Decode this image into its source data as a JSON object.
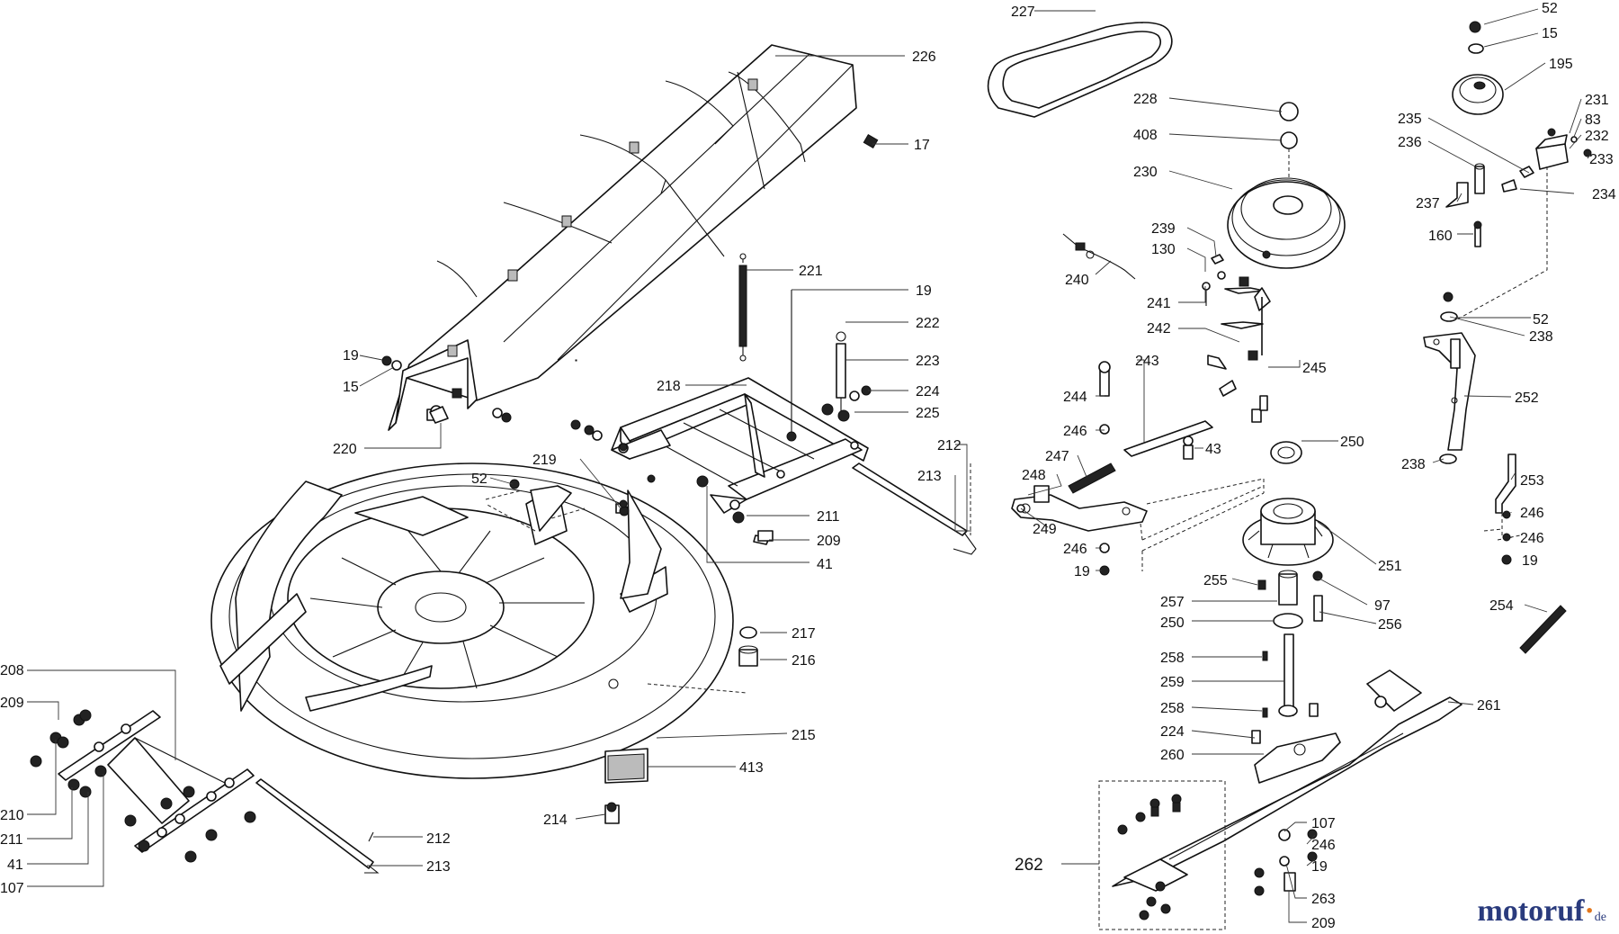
{
  "callouts": [
    {
      "id": "c226",
      "text": "226"
    },
    {
      "id": "c17",
      "text": "17"
    },
    {
      "id": "c19a",
      "text": "19"
    },
    {
      "id": "c15a",
      "text": "15"
    },
    {
      "id": "c220",
      "text": "220"
    },
    {
      "id": "c221",
      "text": "221"
    },
    {
      "id": "c19b",
      "text": "19"
    },
    {
      "id": "c222",
      "text": "222"
    },
    {
      "id": "c223",
      "text": "223"
    },
    {
      "id": "c218",
      "text": "218"
    },
    {
      "id": "c224a",
      "text": "224"
    },
    {
      "id": "c225",
      "text": "225"
    },
    {
      "id": "c212a",
      "text": "212"
    },
    {
      "id": "c213a",
      "text": "213"
    },
    {
      "id": "c219",
      "text": "219"
    },
    {
      "id": "c52a",
      "text": "52"
    },
    {
      "id": "c211a",
      "text": "211"
    },
    {
      "id": "c209a",
      "text": "209"
    },
    {
      "id": "c41a",
      "text": "41"
    },
    {
      "id": "c217",
      "text": "217"
    },
    {
      "id": "c216",
      "text": "216"
    },
    {
      "id": "c215",
      "text": "215"
    },
    {
      "id": "c413",
      "text": "413"
    },
    {
      "id": "c214",
      "text": "214"
    },
    {
      "id": "c208",
      "text": "208"
    },
    {
      "id": "c209b",
      "text": "209"
    },
    {
      "id": "c210",
      "text": "210"
    },
    {
      "id": "c211b",
      "text": "211"
    },
    {
      "id": "c41b",
      "text": "41"
    },
    {
      "id": "c107a",
      "text": "107"
    },
    {
      "id": "c212b",
      "text": "212"
    },
    {
      "id": "c213b",
      "text": "213"
    },
    {
      "id": "c227",
      "text": "227"
    },
    {
      "id": "c228",
      "text": "228"
    },
    {
      "id": "c408",
      "text": "408"
    },
    {
      "id": "c230",
      "text": "230"
    },
    {
      "id": "c239",
      "text": "239"
    },
    {
      "id": "c130",
      "text": "130"
    },
    {
      "id": "c240",
      "text": "240"
    },
    {
      "id": "c241",
      "text": "241"
    },
    {
      "id": "c242",
      "text": "242"
    },
    {
      "id": "c243",
      "text": "243"
    },
    {
      "id": "c245",
      "text": "245"
    },
    {
      "id": "c244",
      "text": "244"
    },
    {
      "id": "c246a",
      "text": "246"
    },
    {
      "id": "c43",
      "text": "43"
    },
    {
      "id": "c247",
      "text": "247"
    },
    {
      "id": "c248",
      "text": "248"
    },
    {
      "id": "c249",
      "text": "249"
    },
    {
      "id": "c246b",
      "text": "246"
    },
    {
      "id": "c19c",
      "text": "19"
    },
    {
      "id": "c250a",
      "text": "250"
    },
    {
      "id": "c251",
      "text": "251"
    },
    {
      "id": "c255",
      "text": "255"
    },
    {
      "id": "c257",
      "text": "257"
    },
    {
      "id": "c97",
      "text": "97"
    },
    {
      "id": "c250b",
      "text": "250"
    },
    {
      "id": "c256",
      "text": "256"
    },
    {
      "id": "c258a",
      "text": "258"
    },
    {
      "id": "c259",
      "text": "259"
    },
    {
      "id": "c258b",
      "text": "258"
    },
    {
      "id": "c224b",
      "text": "224"
    },
    {
      "id": "c260",
      "text": "260"
    },
    {
      "id": "c261",
      "text": "261"
    },
    {
      "id": "c262",
      "text": "262"
    },
    {
      "id": "c107b",
      "text": "107"
    },
    {
      "id": "c246c",
      "text": "246"
    },
    {
      "id": "c19d",
      "text": "19"
    },
    {
      "id": "c263",
      "text": "263"
    },
    {
      "id": "c209c",
      "text": "209"
    },
    {
      "id": "c52b",
      "text": "52"
    },
    {
      "id": "c15b",
      "text": "15"
    },
    {
      "id": "c195",
      "text": "195"
    },
    {
      "id": "c231",
      "text": "231"
    },
    {
      "id": "c83",
      "text": "83"
    },
    {
      "id": "c232",
      "text": "232"
    },
    {
      "id": "c233",
      "text": "233"
    },
    {
      "id": "c235",
      "text": "235"
    },
    {
      "id": "c236",
      "text": "236"
    },
    {
      "id": "c234",
      "text": "234"
    },
    {
      "id": "c237",
      "text": "237"
    },
    {
      "id": "c160",
      "text": "160"
    },
    {
      "id": "c52c",
      "text": "52"
    },
    {
      "id": "c238a",
      "text": "238"
    },
    {
      "id": "c252",
      "text": "252"
    },
    {
      "id": "c238b",
      "text": "238"
    },
    {
      "id": "c253",
      "text": "253"
    },
    {
      "id": "c246d",
      "text": "246"
    },
    {
      "id": "c246e",
      "text": "246"
    },
    {
      "id": "c19e",
      "text": "19"
    },
    {
      "id": "c254",
      "text": "254"
    }
  ],
  "brand": {
    "main": "motoruf",
    "dot": "·",
    "tld": "de"
  }
}
